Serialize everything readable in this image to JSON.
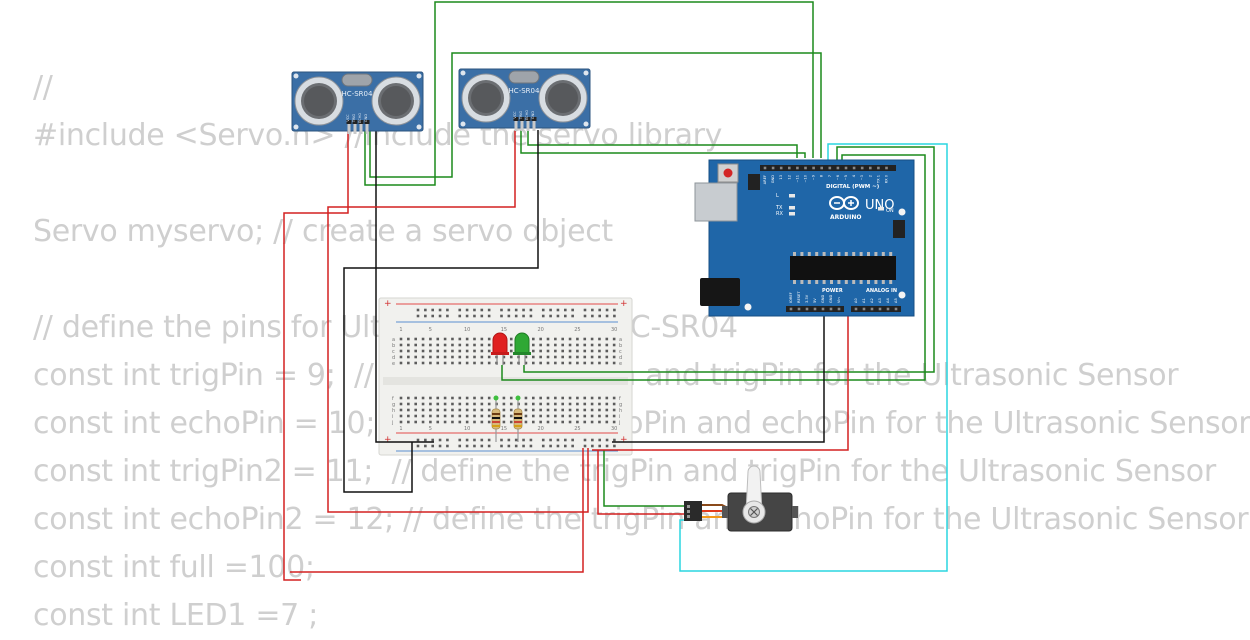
{
  "code_lines": [
    "//",
    "#include <Servo.h> //include the servo library",
    "",
    "Servo myservo; // create a servo object",
    "",
    "// define the pins for Ultrasonic Sensor HC-SR04",
    "const int trigPin = 9;  // define the trigPin and trigPin for the Ultrasonic Sensor",
    "const int echoPin = 10; // define the echoPin and echoPin for the Ultrasonic Sensor",
    "const int trigPin2 = 11;  // define the trigPin and trigPin for the Ultrasonic Sensor",
    "const int echoPin2 = 12; // define the trigPin and echoPin for the Ultrasonic Sensor",
    "const int full =100;",
    "const int LED1 =7 ;"
  ],
  "sensors": [
    {
      "label": "HC-SR04",
      "pins": [
        "VCC",
        "TRIG",
        "ECHO",
        "GND"
      ]
    },
    {
      "label": "HC-SR04",
      "pins": [
        "VCC",
        "TRIG",
        "ECHO",
        "GND"
      ]
    }
  ],
  "arduino": {
    "model": "UNO",
    "brand": "ARDUINO",
    "digital_header": "DIGITAL (PWM ~)",
    "on_label": "ON",
    "led_labels": [
      "L",
      "TX",
      "RX"
    ],
    "aref_labels": [
      "AREF",
      "GND"
    ],
    "digital_pins": [
      "13",
      "12",
      "~11",
      "~10",
      "~9",
      "8",
      "7",
      "~6",
      "~5",
      "4",
      "~3",
      "2",
      "TX 1",
      "RX 0"
    ],
    "power_header": "POWER",
    "analog_header": "ANALOG IN",
    "power_pins": [
      "IOREF",
      "RESET",
      "3.3V",
      "5V",
      "GND",
      "GND",
      "Vin"
    ],
    "analog_pins": [
      "A0",
      "A1",
      "A2",
      "A3",
      "A4",
      "A5"
    ]
  },
  "breadboard": {
    "column_numbers": [
      "1",
      "5",
      "10",
      "15",
      "20",
      "25",
      "30"
    ],
    "row_letters_top": [
      "a",
      "b",
      "c",
      "d",
      "e"
    ],
    "row_letters_bottom": [
      "f",
      "g",
      "h",
      "i",
      "j"
    ],
    "rail_sign": "+"
  },
  "leds": [
    {
      "color": "#e02020"
    },
    {
      "color": "#2fa834"
    }
  ],
  "wire_colors": {
    "green": "#1c8a1c",
    "red": "#d42020",
    "black": "#111111",
    "cyan": "#2ad6e0"
  },
  "colors": {
    "code_text": "#cfcfcf",
    "sensor_pcb": "#3b6fa6",
    "board_pcb": "#1f66a8",
    "breadboard": "#f1f1ee",
    "servo_body": "#454545"
  }
}
